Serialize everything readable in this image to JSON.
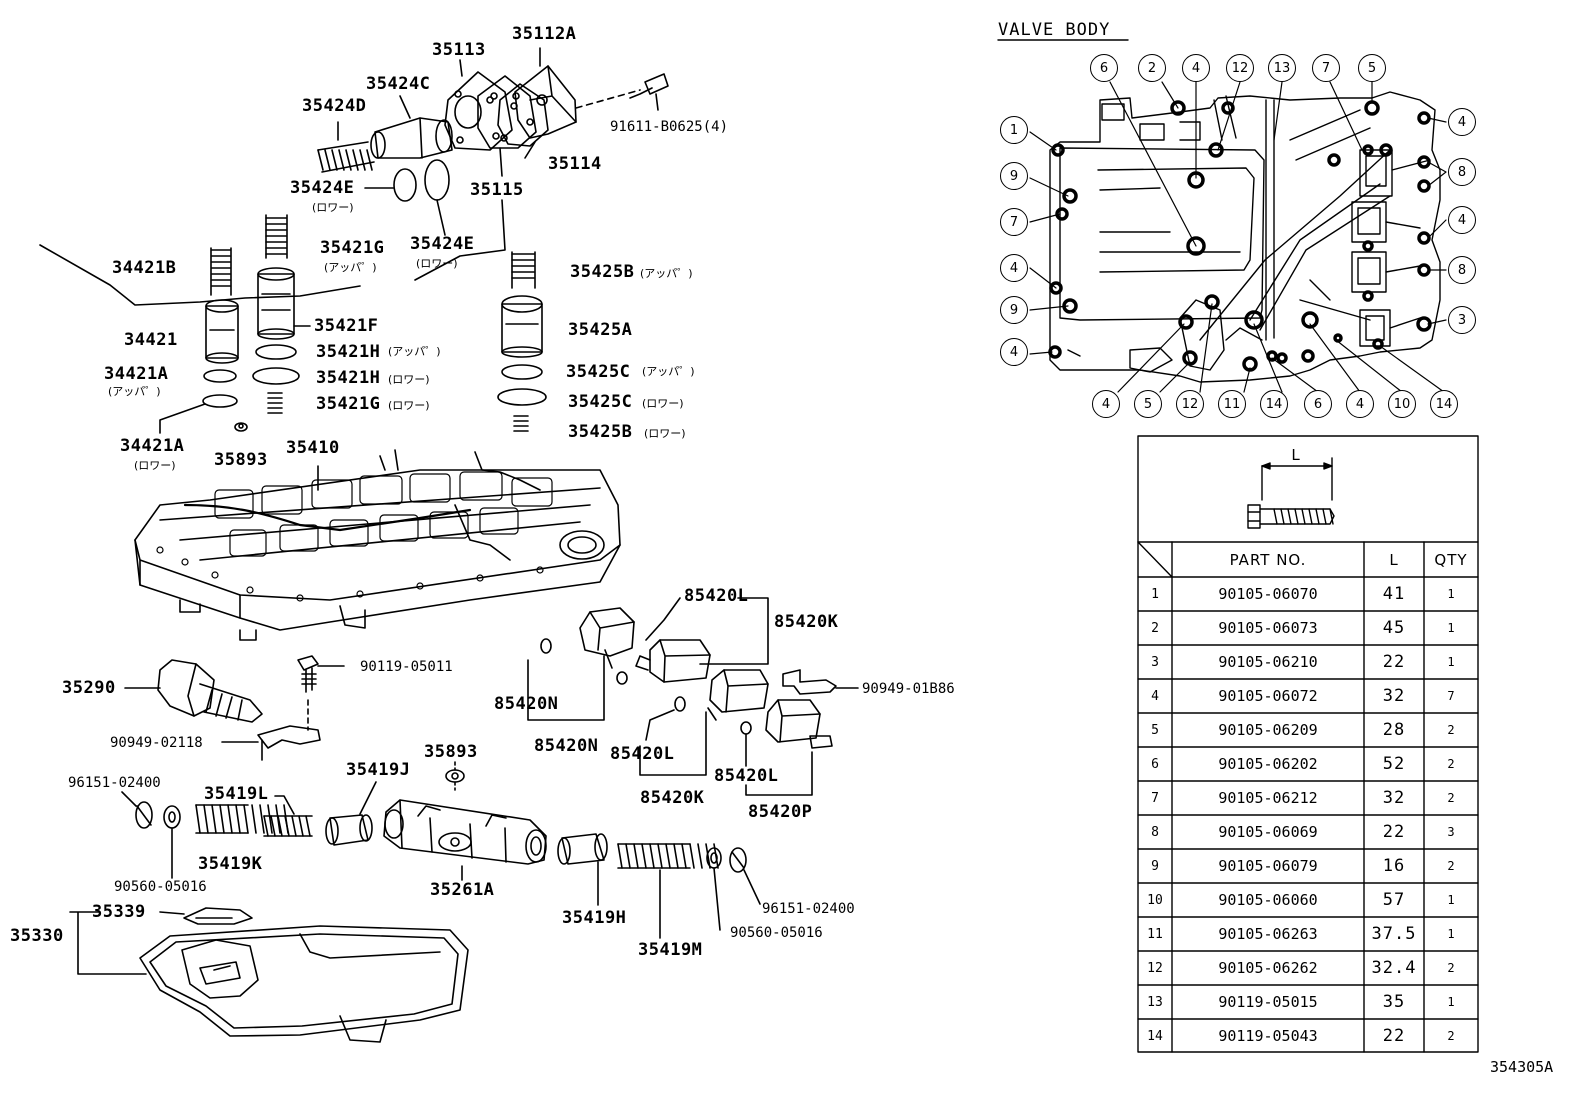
{
  "section_title": "VALVE BODY",
  "drawing_code": "354305A",
  "table_dim_letter": "L",
  "table_headers": {
    "part_no": "PART NO.",
    "length": "L",
    "qty": "QTY"
  },
  "bolts": [
    {
      "n": "1",
      "part": "90105-06070",
      "length": "41",
      "qty": "1"
    },
    {
      "n": "2",
      "part": "90105-06073",
      "length": "45",
      "qty": "1"
    },
    {
      "n": "3",
      "part": "90105-06210",
      "length": "22",
      "qty": "1"
    },
    {
      "n": "4",
      "part": "90105-06072",
      "length": "32",
      "qty": "7"
    },
    {
      "n": "5",
      "part": "90105-06209",
      "length": "28",
      "qty": "2"
    },
    {
      "n": "6",
      "part": "90105-06202",
      "length": "52",
      "qty": "2"
    },
    {
      "n": "7",
      "part": "90105-06212",
      "length": "32",
      "qty": "2"
    },
    {
      "n": "8",
      "part": "90105-06069",
      "length": "22",
      "qty": "3"
    },
    {
      "n": "9",
      "part": "90105-06079",
      "length": "16",
      "qty": "2"
    },
    {
      "n": "10",
      "part": "90105-06060",
      "length": "57",
      "qty": "1"
    },
    {
      "n": "11",
      "part": "90105-06263",
      "length": "37.5",
      "qty": "1"
    },
    {
      "n": "12",
      "part": "90105-06262",
      "length": "32.4",
      "qty": "2"
    },
    {
      "n": "13",
      "part": "90119-05015",
      "length": "35",
      "qty": "1"
    },
    {
      "n": "14",
      "part": "90119-05043",
      "length": "22",
      "qty": "2"
    }
  ],
  "parts": {
    "p35112A": "35112A",
    "p35113": "35113",
    "p35424C": "35424C",
    "p35424D": "35424D",
    "p91611": "91611-B0625(4)",
    "p35114": "35114",
    "p35115": "35115",
    "p35424E_a": "35424E",
    "p35424E_b": "35424E",
    "p35421G_a": "35421G",
    "p34421B": "34421B",
    "p35425B_a": "35425B",
    "p34421": "34421",
    "p35421F": "35421F",
    "p35425A": "35425A",
    "p35421H_a": "35421H",
    "p35421H_b": "35421H",
    "p34421A_a": "34421A",
    "p35425C_a": "35425C",
    "p35425C_b": "35425C",
    "p35421G_b": "35421G",
    "p34421A_b": "34421A",
    "p35425B_b": "35425B",
    "p35893_a": "35893",
    "p35410": "35410",
    "p85420L_a": "85420L",
    "p85420K_a": "85420K",
    "p35290": "35290",
    "p90119": "90119-05011",
    "p90949_01B86": "90949-01B86",
    "p85420N_a": "85420N",
    "p85420N_b": "85420N",
    "p90949_02118": "90949-02118",
    "p85420L_b": "85420L",
    "p35893_b": "35893",
    "p85420L_c": "85420L",
    "p96151_a": "96151-02400",
    "p35419L": "35419L",
    "p35419J": "35419J",
    "p85420K_b": "85420K",
    "p85420P": "85420P",
    "p35419K": "35419K",
    "p90560_a": "90560-05016",
    "p35261A": "35261A",
    "p35339": "35339",
    "p96151_b": "96151-02400",
    "p35330": "35330",
    "p35419H": "35419H",
    "p90560_b": "90560-05016",
    "p35419M": "35419M"
  },
  "notes": {
    "lower": "(ロワー)",
    "upper": "(アッパ゜)"
  },
  "callouts": {
    "c6_t": "6",
    "c2_t": "2",
    "c4_t": "4",
    "c12_t": "12",
    "c13_t": "13",
    "c7_t": "7",
    "c5_t": "5",
    "c1_l": "1",
    "c9_l": "9",
    "c7_l": "7",
    "c4_l1": "4",
    "c9_l2": "9",
    "c4_l2": "4",
    "c4_r1": "4",
    "c8_r1": "8",
    "c4_r2": "4",
    "c8_r2": "8",
    "c3_r": "3",
    "c4_b1": "4",
    "c5_b": "5",
    "c12_b": "12",
    "c11_b": "11",
    "c14_b1": "14",
    "c6_b": "6",
    "c4_b2": "4",
    "c10_b": "10",
    "c14_b2": "14"
  }
}
